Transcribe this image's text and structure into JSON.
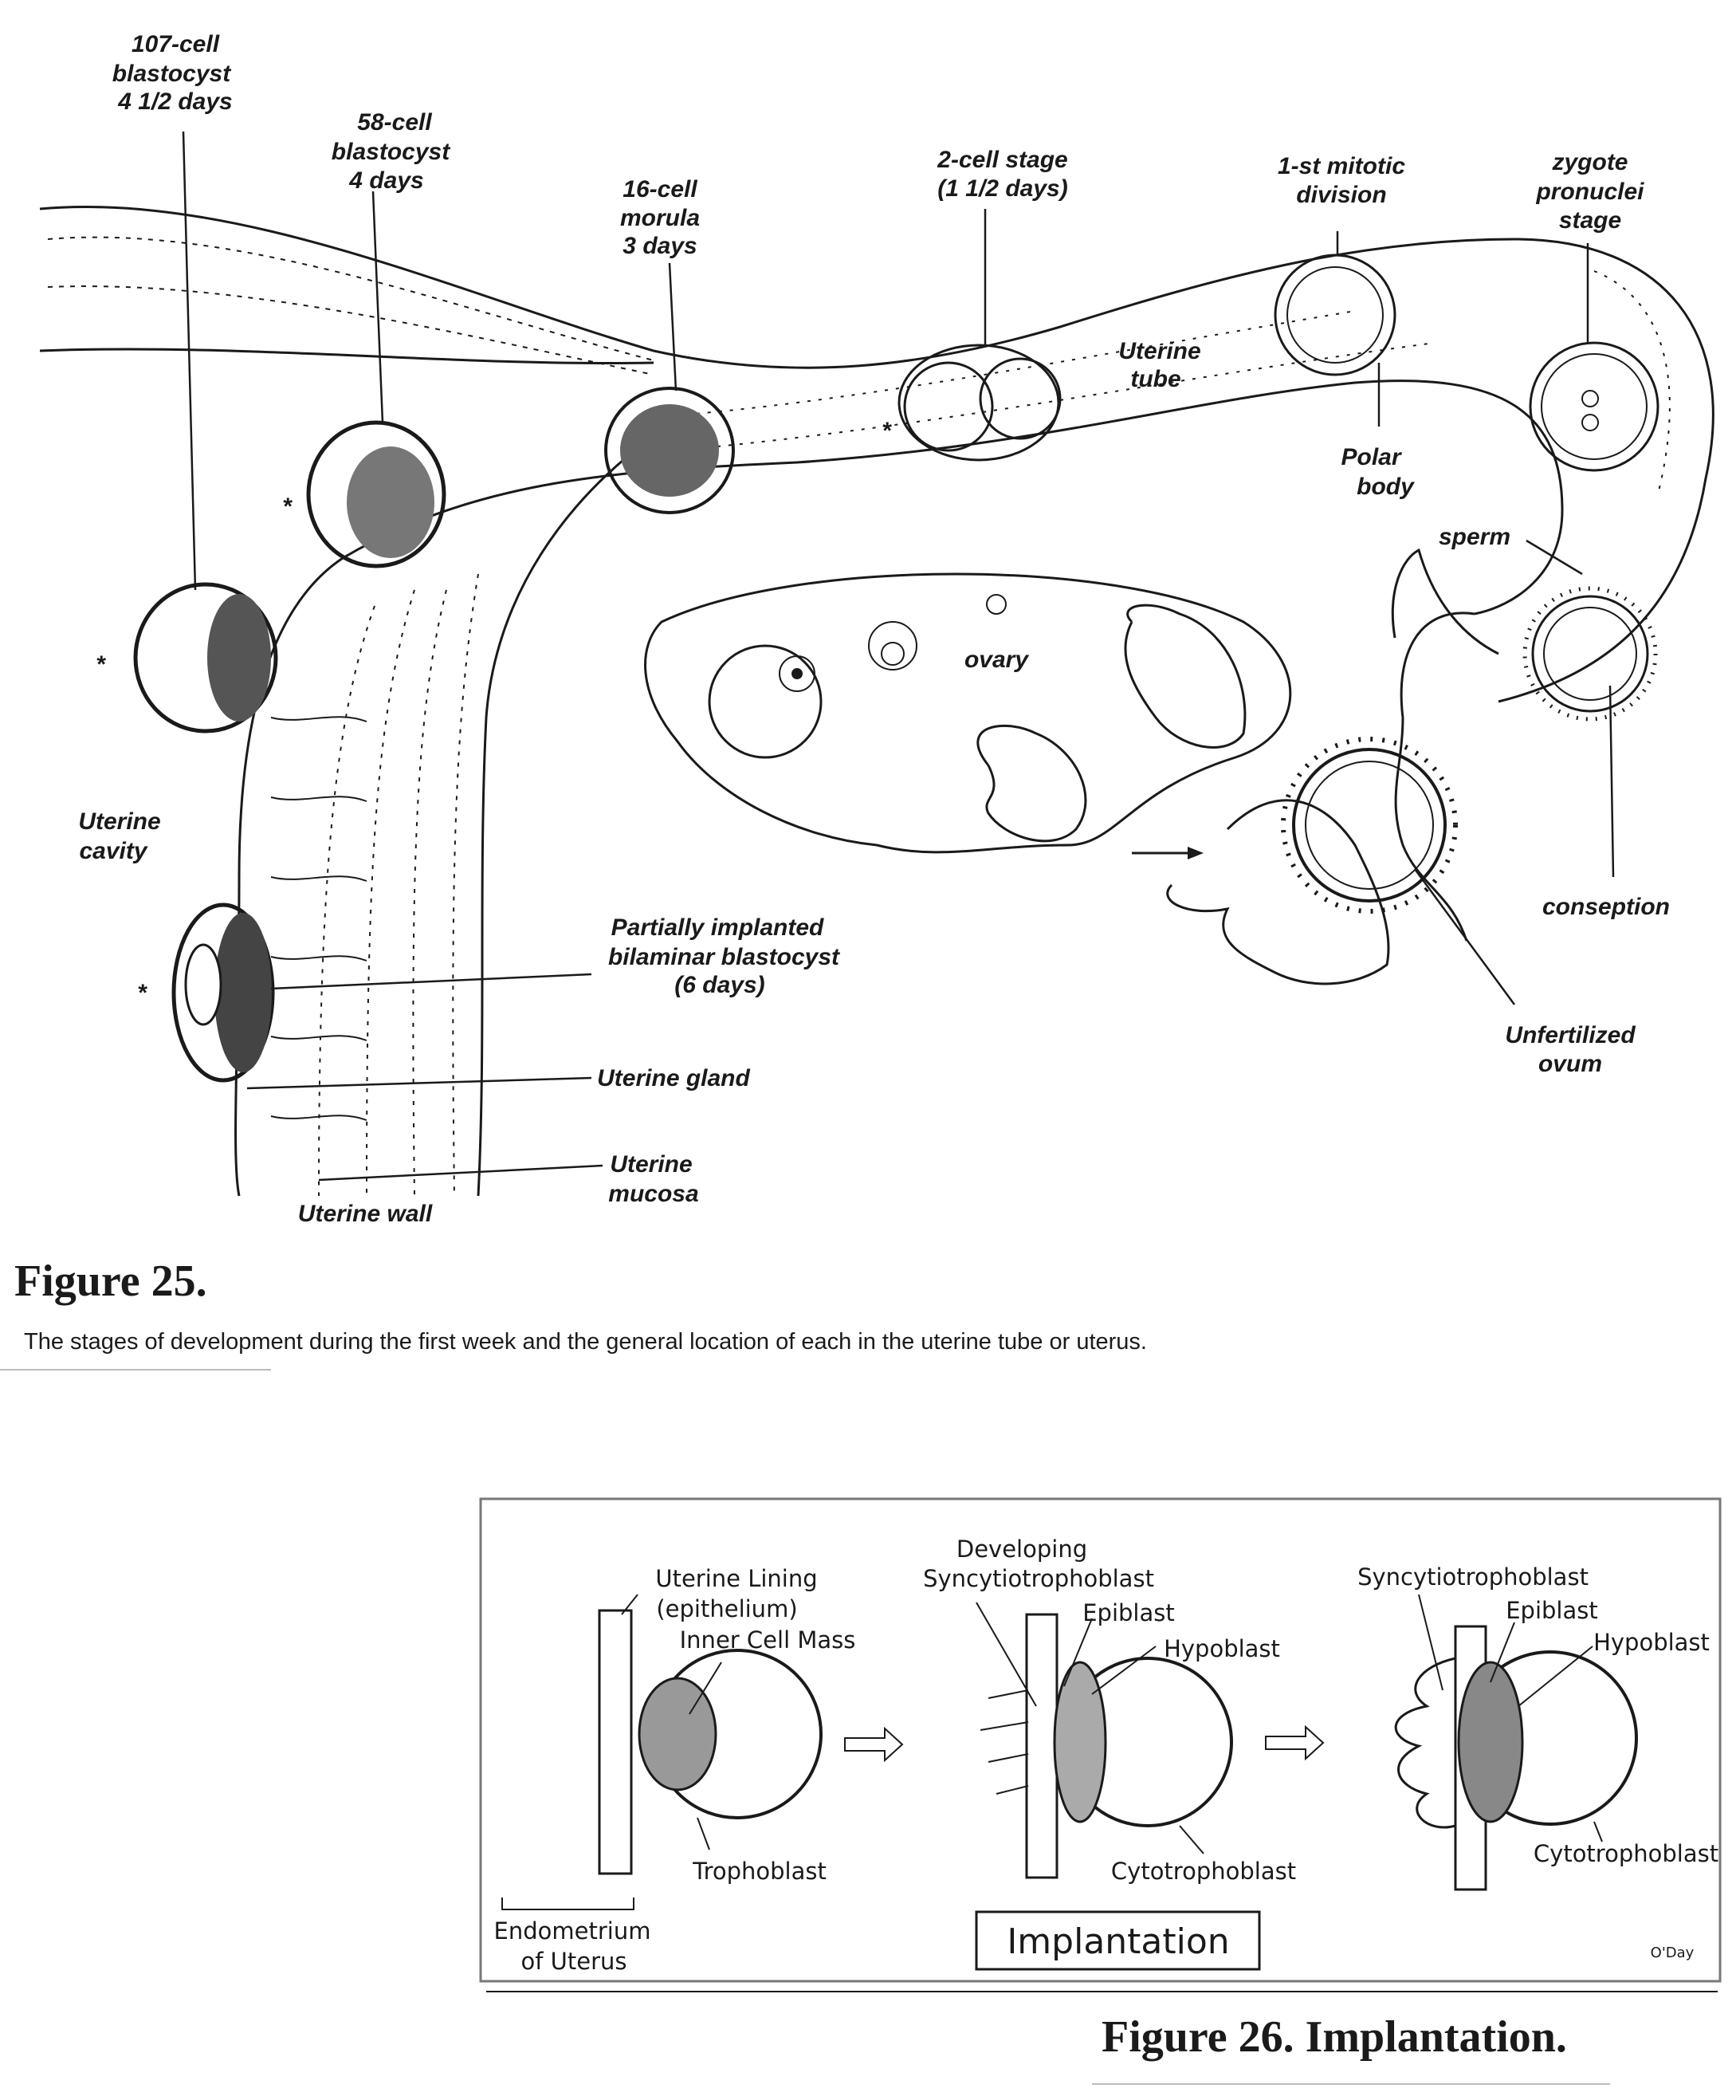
{
  "figure25": {
    "labels": {
      "blastocyst107": [
        "107-cell",
        "blastocyst",
        "4 1/2 days"
      ],
      "blastocyst58": [
        "58-cell",
        "blastocyst",
        "4 days"
      ],
      "morula16": [
        "16-cell",
        "morula",
        "3 days"
      ],
      "stage2cell": [
        "2-cell stage",
        "(1 1/2 days)"
      ],
      "mitotic": [
        "1-st mitotic",
        "division"
      ],
      "zygote": [
        "zygote",
        "pronuclei",
        "stage"
      ],
      "uterine_tube": [
        "Uterine",
        "tube"
      ],
      "polar_body": [
        "Polar",
        "body"
      ],
      "sperm": "sperm",
      "ovary": "ovary",
      "conception": "conseption",
      "unfertilized": [
        "Unfertilized",
        "ovum"
      ],
      "uterine_cavity": [
        "Uterine",
        "cavity"
      ],
      "partially_implanted": [
        "Partially implanted",
        "bilaminar blastocyst",
        "(6 days)"
      ],
      "uterine_gland": "Uterine gland",
      "uterine_mucosa": [
        "Uterine",
        "mucosa"
      ],
      "uterine_wall": "Uterine wall",
      "asterisk": "*"
    },
    "caption_title": "Figure 25.",
    "caption_text": "The stages of development during the first week and the general location of each in the uterine tube or uterus."
  },
  "figure26": {
    "labels": {
      "uterine_lining": [
        "Uterine Lining",
        "(epithelium)"
      ],
      "inner_cell_mass": "Inner Cell Mass",
      "trophoblast": "Trophoblast",
      "endometrium": [
        "Endometrium",
        "of Uterus"
      ],
      "developing_syncytio": [
        "Developing",
        "Syncytiotrophoblast"
      ],
      "epiblast": "Epiblast",
      "hypoblast": "Hypoblast",
      "cytotrophoblast": "Cytotrophoblast",
      "syncytiotrophoblast": "Syncytiotrophoblast",
      "implantation": "Implantation",
      "signature": "O'Day"
    },
    "caption_title": "Figure 26.  Implantation."
  }
}
